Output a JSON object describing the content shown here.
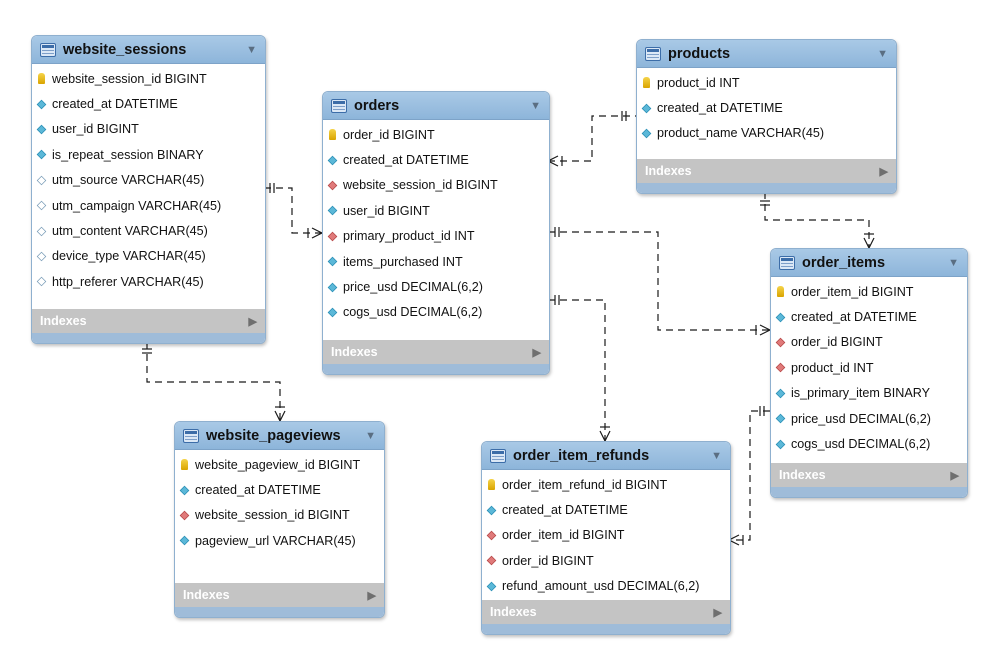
{
  "indexes_label": "Indexes",
  "tables": [
    {
      "id": "website_sessions",
      "name": "website_sessions",
      "columns": [
        {
          "text": "website_session_id BIGINT",
          "icon": "primary-key-icon"
        },
        {
          "text": "created_at DATETIME",
          "icon": "attribute-icon"
        },
        {
          "text": "user_id BIGINT",
          "icon": "attribute-icon"
        },
        {
          "text": "is_repeat_session BINARY",
          "icon": "attribute-icon"
        },
        {
          "text": "utm_source VARCHAR(45)",
          "icon": "nullable-attribute-icon"
        },
        {
          "text": "utm_campaign VARCHAR(45)",
          "icon": "nullable-attribute-icon"
        },
        {
          "text": "utm_content VARCHAR(45)",
          "icon": "nullable-attribute-icon"
        },
        {
          "text": "device_type VARCHAR(45)",
          "icon": "nullable-attribute-icon"
        },
        {
          "text": "http_referer VARCHAR(45)",
          "icon": "nullable-attribute-icon"
        }
      ]
    },
    {
      "id": "orders",
      "name": "orders",
      "columns": [
        {
          "text": "order_id BIGINT",
          "icon": "primary-key-icon"
        },
        {
          "text": "created_at DATETIME",
          "icon": "attribute-icon"
        },
        {
          "text": "website_session_id BIGINT",
          "icon": "foreign-key-icon"
        },
        {
          "text": "user_id BIGINT",
          "icon": "attribute-icon"
        },
        {
          "text": "primary_product_id INT",
          "icon": "foreign-key-icon"
        },
        {
          "text": "items_purchased INT",
          "icon": "attribute-icon"
        },
        {
          "text": "price_usd DECIMAL(6,2)",
          "icon": "attribute-icon"
        },
        {
          "text": "cogs_usd DECIMAL(6,2)",
          "icon": "attribute-icon"
        }
      ]
    },
    {
      "id": "products",
      "name": "products",
      "columns": [
        {
          "text": "product_id INT",
          "icon": "primary-key-icon"
        },
        {
          "text": "created_at DATETIME",
          "icon": "attribute-icon"
        },
        {
          "text": "product_name VARCHAR(45)",
          "icon": "attribute-icon"
        }
      ]
    },
    {
      "id": "order_items",
      "name": "order_items",
      "columns": [
        {
          "text": "order_item_id BIGINT",
          "icon": "primary-key-icon"
        },
        {
          "text": "created_at DATETIME",
          "icon": "attribute-icon"
        },
        {
          "text": "order_id BIGINT",
          "icon": "foreign-key-icon"
        },
        {
          "text": "product_id INT",
          "icon": "foreign-key-icon"
        },
        {
          "text": "is_primary_item BINARY",
          "icon": "attribute-icon"
        },
        {
          "text": "price_usd DECIMAL(6,2)",
          "icon": "attribute-icon"
        },
        {
          "text": "cogs_usd DECIMAL(6,2)",
          "icon": "attribute-icon"
        }
      ]
    },
    {
      "id": "website_pageviews",
      "name": "website_pageviews",
      "columns": [
        {
          "text": "website_pageview_id BIGINT",
          "icon": "primary-key-icon"
        },
        {
          "text": "created_at DATETIME",
          "icon": "attribute-icon"
        },
        {
          "text": "website_session_id BIGINT",
          "icon": "foreign-key-icon"
        },
        {
          "text": "pageview_url VARCHAR(45)",
          "icon": "attribute-icon"
        }
      ]
    },
    {
      "id": "order_item_refunds",
      "name": "order_item_refunds",
      "columns": [
        {
          "text": "order_item_refund_id BIGINT",
          "icon": "primary-key-icon"
        },
        {
          "text": "created_at DATETIME",
          "icon": "attribute-icon"
        },
        {
          "text": "order_item_id BIGINT",
          "icon": "foreign-key-icon"
        },
        {
          "text": "order_id BIGINT",
          "icon": "foreign-key-icon"
        },
        {
          "text": "refund_amount_usd DECIMAL(6,2)",
          "icon": "attribute-icon"
        }
      ]
    }
  ],
  "relationships": [
    {
      "from": "website_sessions",
      "to": "orders",
      "cardinality": "one-to-many"
    },
    {
      "from": "products",
      "to": "orders",
      "cardinality": "one-to-many"
    },
    {
      "from": "products",
      "to": "order_items",
      "cardinality": "one-to-many"
    },
    {
      "from": "orders",
      "to": "order_items",
      "cardinality": "one-to-many"
    },
    {
      "from": "orders",
      "to": "order_item_refunds",
      "cardinality": "one-to-many"
    },
    {
      "from": "order_items",
      "to": "order_item_refunds",
      "cardinality": "one-to-many"
    },
    {
      "from": "website_sessions",
      "to": "website_pageviews",
      "cardinality": "one-to-many"
    }
  ]
}
